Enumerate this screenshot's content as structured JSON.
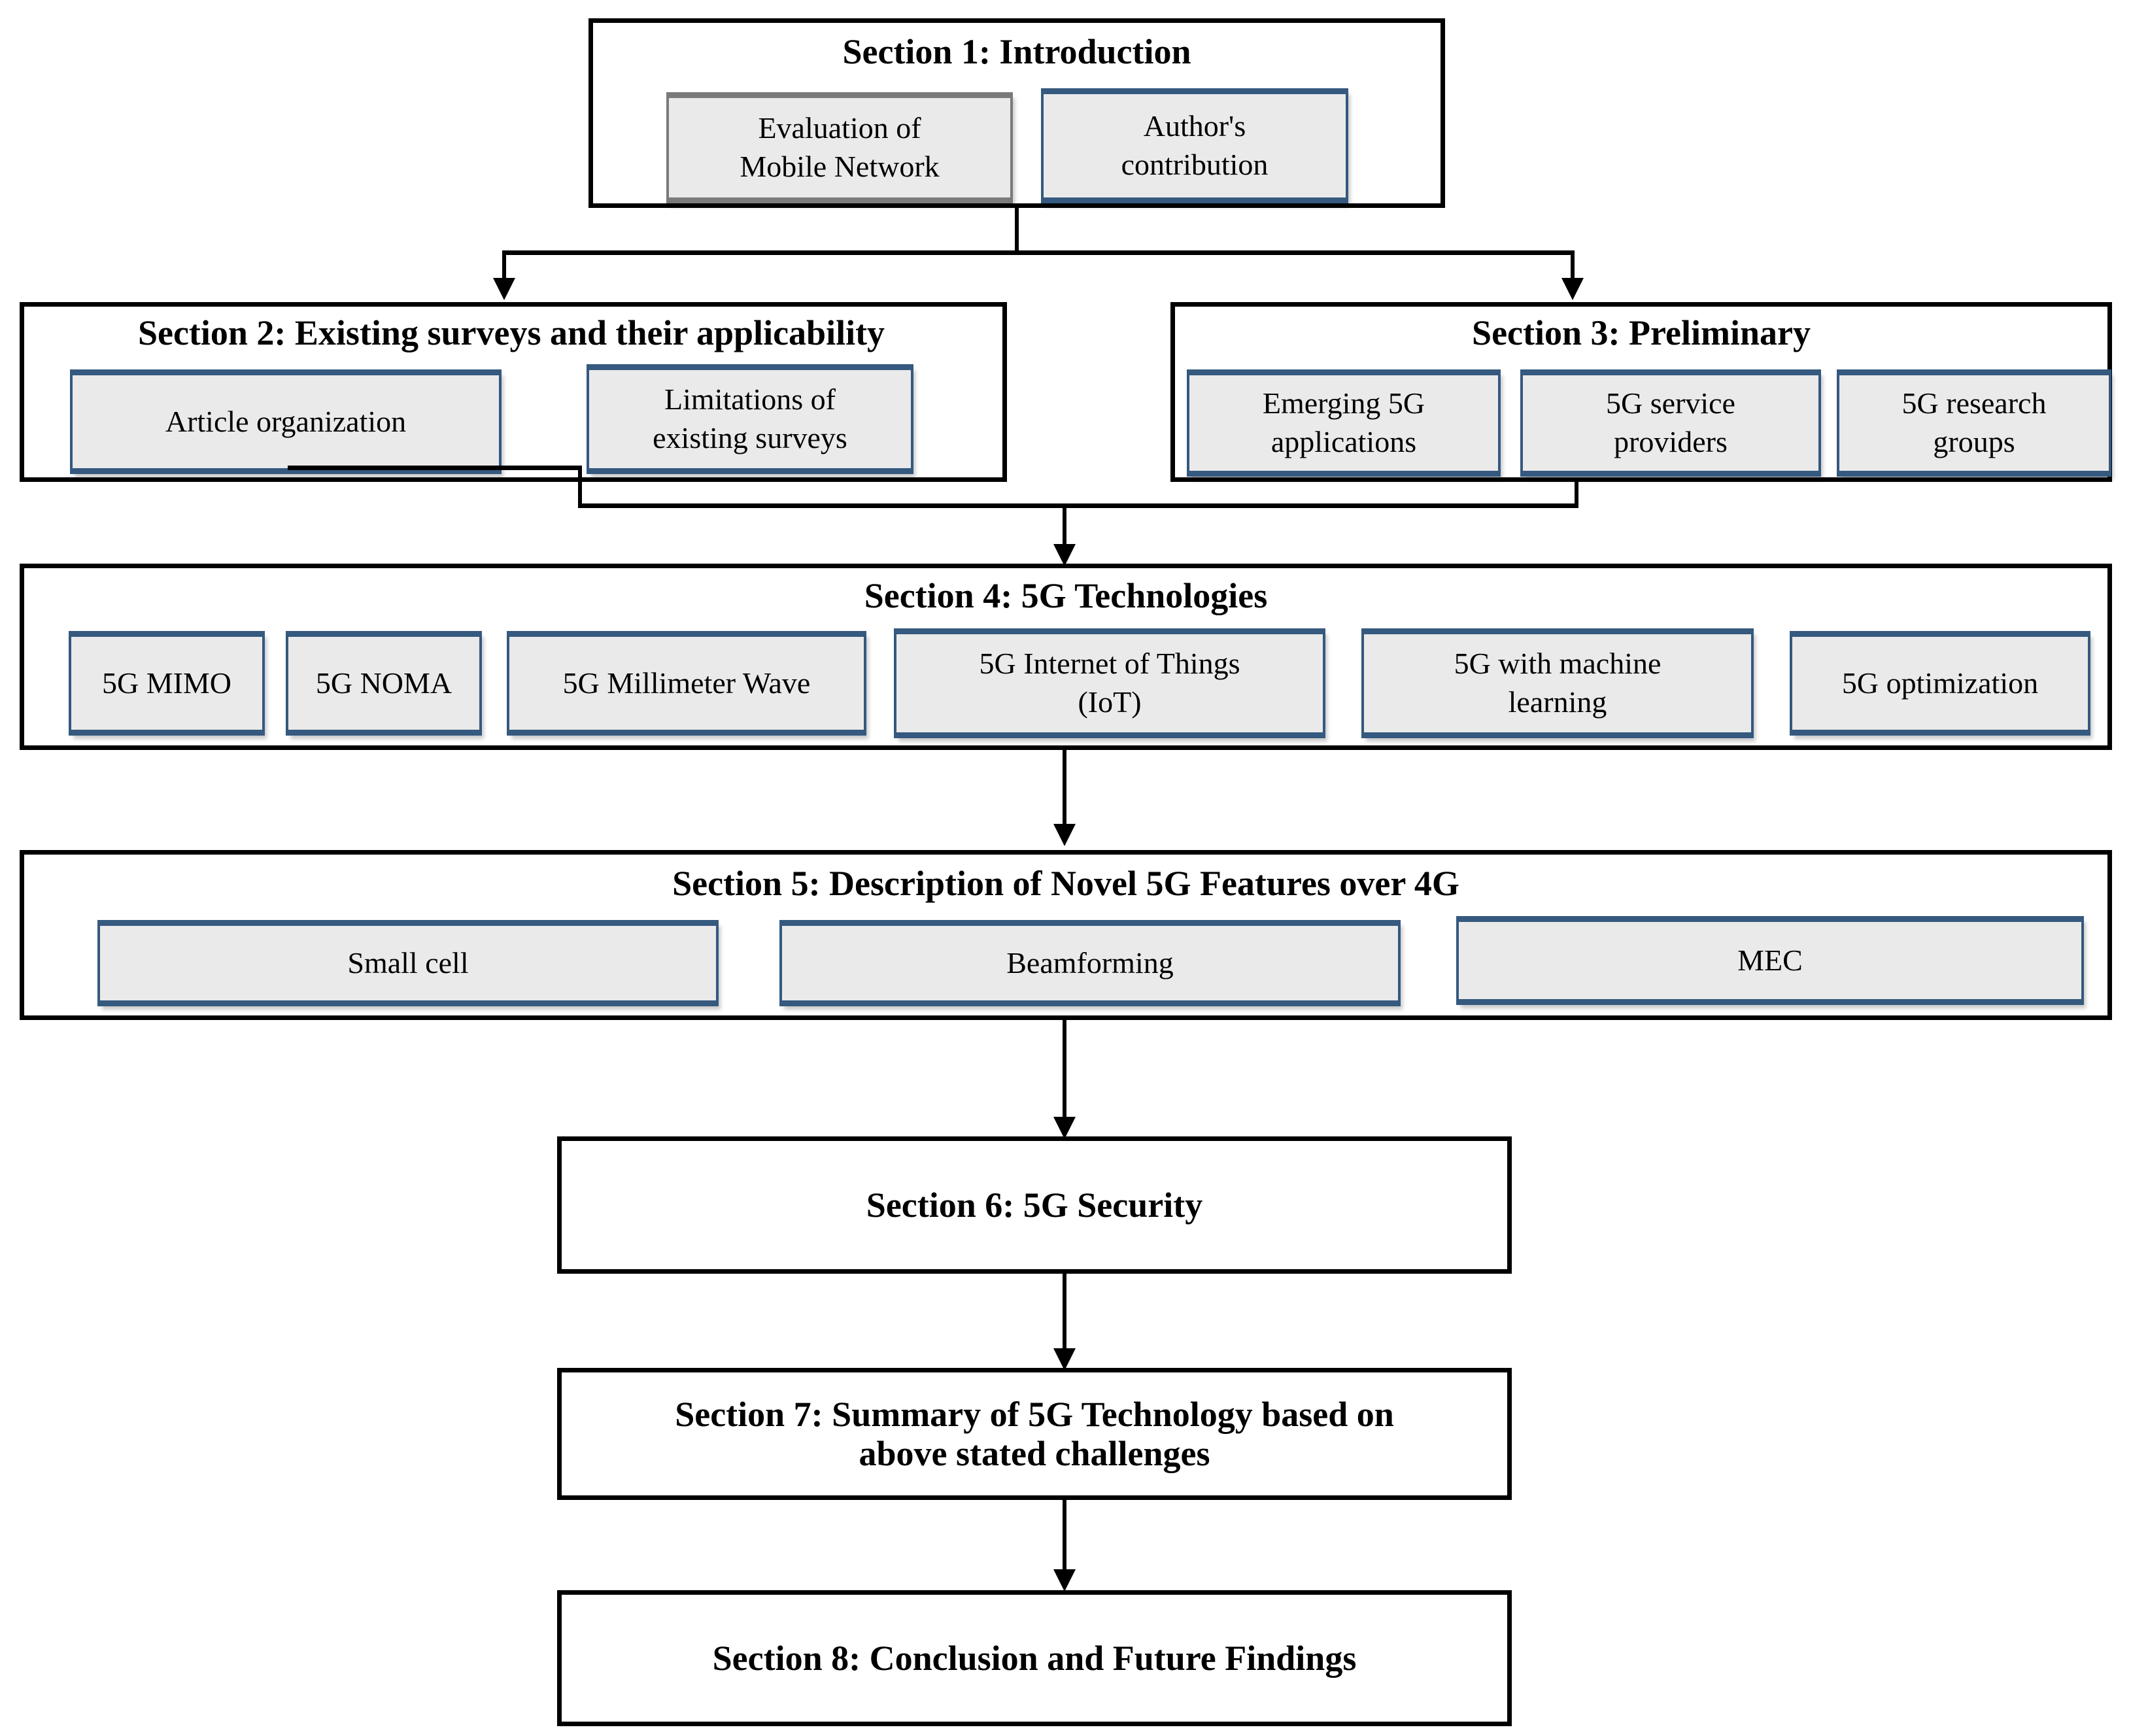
{
  "diagram": {
    "title": "Article organization flowchart of a 5G technology survey",
    "accent_blue": "#35597f",
    "accent_gray": "#7a7a7a",
    "box_fill": "#eaeaea",
    "frame_color": "#000000"
  },
  "sections": {
    "s1": {
      "title": "Section 1: Introduction",
      "items": [
        {
          "label": "Evaluation of\nMobile Network",
          "accent": "gray"
        },
        {
          "label": "Author's\ncontribution",
          "accent": "blue"
        }
      ]
    },
    "s2": {
      "title": "Section 2: Existing surveys and their applicability",
      "items": [
        {
          "label": "Article organization",
          "accent": "blue"
        },
        {
          "label": "Limitations of\nexisting surveys",
          "accent": "blue"
        }
      ]
    },
    "s3": {
      "title": "Section 3: Preliminary",
      "items": [
        {
          "label": "Emerging 5G\napplications",
          "accent": "blue"
        },
        {
          "label": "5G service\nproviders",
          "accent": "blue"
        },
        {
          "label": "5G research\ngroups",
          "accent": "blue"
        }
      ]
    },
    "s4": {
      "title": "Section 4: 5G Technologies",
      "items": [
        {
          "label": "5G MIMO",
          "accent": "blue"
        },
        {
          "label": "5G NOMA",
          "accent": "blue"
        },
        {
          "label": "5G Millimeter Wave",
          "accent": "blue"
        },
        {
          "label": "5G Internet of Things\n(IoT)",
          "accent": "blue"
        },
        {
          "label": "5G with machine\nlearning",
          "accent": "blue"
        },
        {
          "label": "5G optimization",
          "accent": "blue"
        }
      ]
    },
    "s5": {
      "title": "Section 5: Description of Novel 5G Features over 4G",
      "items": [
        {
          "label": "Small cell",
          "accent": "blue"
        },
        {
          "label": "Beamforming",
          "accent": "blue"
        },
        {
          "label": "MEC",
          "accent": "blue"
        }
      ]
    },
    "s6": {
      "title": "Section 6: 5G Security",
      "items": []
    },
    "s7": {
      "title": "Section 7: Summary of 5G Technology based on\nabove stated challenges",
      "items": []
    },
    "s8": {
      "title": "Section 8: Conclusion and Future Findings",
      "items": []
    }
  },
  "connections": [
    {
      "from": "s1",
      "to": "s2"
    },
    {
      "from": "s1",
      "to": "s3"
    },
    {
      "from": "s2",
      "to": "s4"
    },
    {
      "from": "s3",
      "to": "s4"
    },
    {
      "from": "s4",
      "to": "s5"
    },
    {
      "from": "s5",
      "to": "s6"
    },
    {
      "from": "s6",
      "to": "s7"
    },
    {
      "from": "s7",
      "to": "s8"
    }
  ]
}
